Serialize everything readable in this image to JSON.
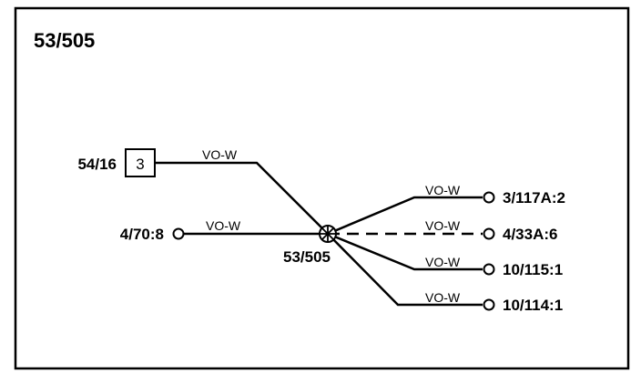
{
  "title": "53/505",
  "splice": {
    "label": "53/505"
  },
  "left_connections": [
    {
      "label": "54/16",
      "pin_box": "3",
      "wire": "VO-W"
    },
    {
      "label": "4/70:8",
      "wire": "VO-W"
    }
  ],
  "right_connections": [
    {
      "label": "3/117A:2",
      "wire": "VO-W",
      "style": "solid"
    },
    {
      "label": "4/33A:6",
      "wire": "VO-W",
      "style": "dashed"
    },
    {
      "label": "10/115:1",
      "wire": "VO-W",
      "style": "solid"
    },
    {
      "label": "10/114:1",
      "wire": "VO-W",
      "style": "solid"
    }
  ]
}
